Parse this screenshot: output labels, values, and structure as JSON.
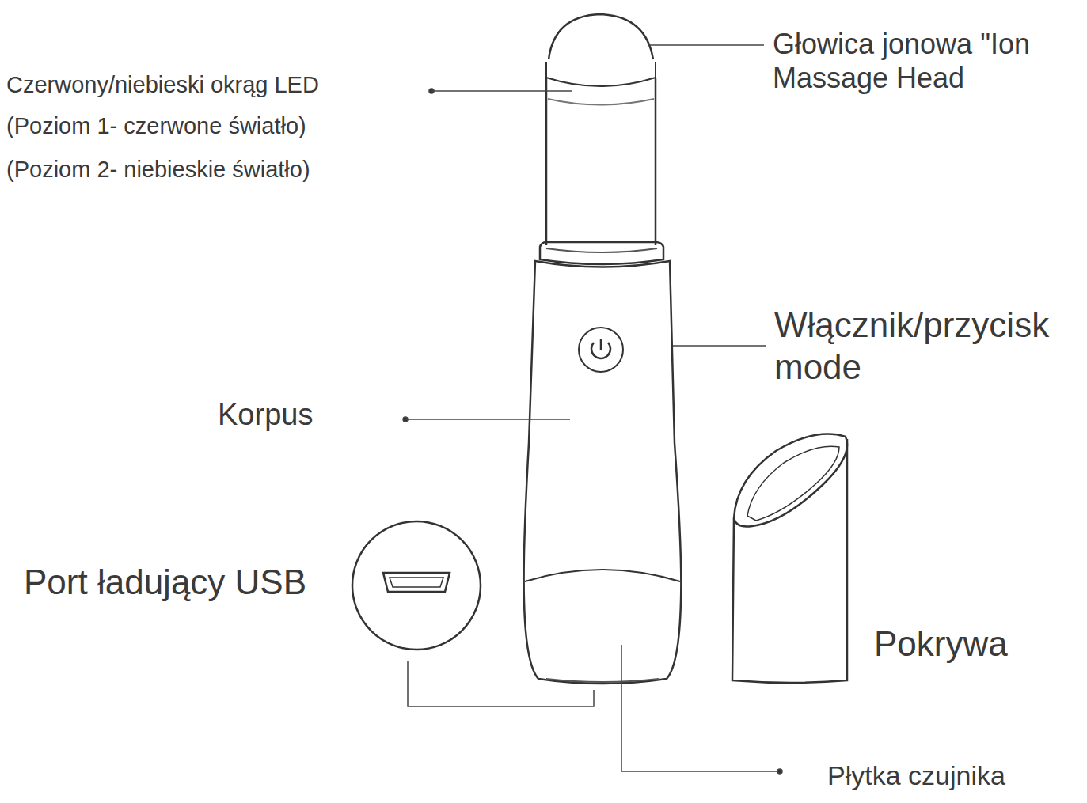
{
  "diagram": {
    "labels": [
      "Czerwony/niebieski okrąg LED",
      "(Poziom 1- czerwone światło)",
      "(Poziom 2- niebieskie światło)",
      "Głowica jonowa \"Ion Massage Head",
      "Włącznik/przycisk mode",
      "Korpus",
      "Port ładujący USB",
      "Pokrywa",
      "Płytka czujnika"
    ]
  }
}
